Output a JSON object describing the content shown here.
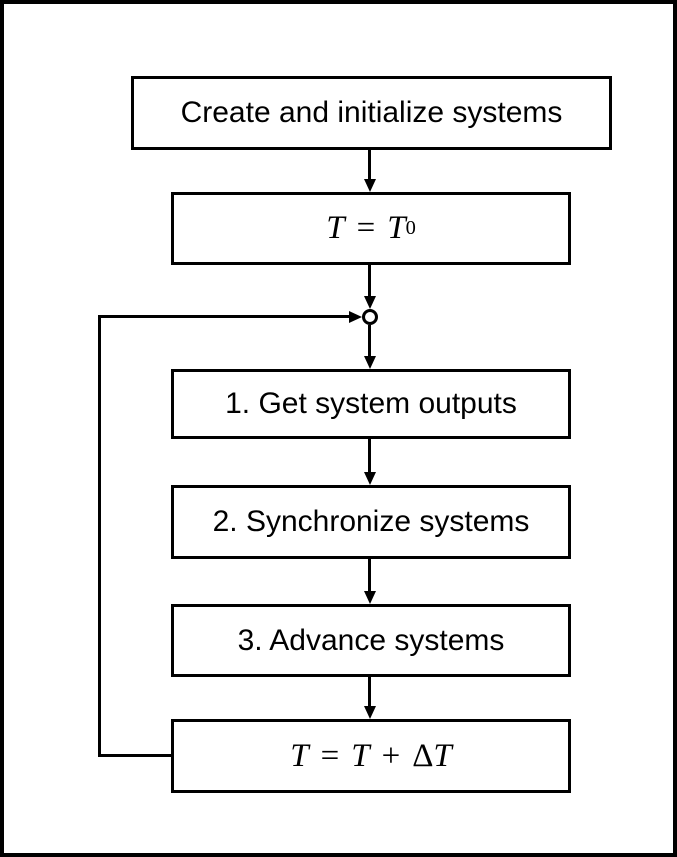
{
  "flowchart": {
    "background_color": "#ffffff",
    "stroke_color": "#000000",
    "nodes": {
      "create": {
        "label": "Create and initialize systems"
      },
      "set_time": {
        "lhs": "T",
        "eq": "=",
        "rhs_base": "T",
        "rhs_sub": "0"
      },
      "get_outputs": {
        "label": "1. Get system outputs"
      },
      "synchronize": {
        "label": "2. Synchronize systems"
      },
      "advance": {
        "label": "3. Advance systems"
      },
      "increment_time": {
        "lhs": "T",
        "eq": "=",
        "term1": "T",
        "plus": "+",
        "delta": "Δ",
        "term2": "T"
      }
    },
    "junction": {
      "shape": "circle"
    }
  }
}
